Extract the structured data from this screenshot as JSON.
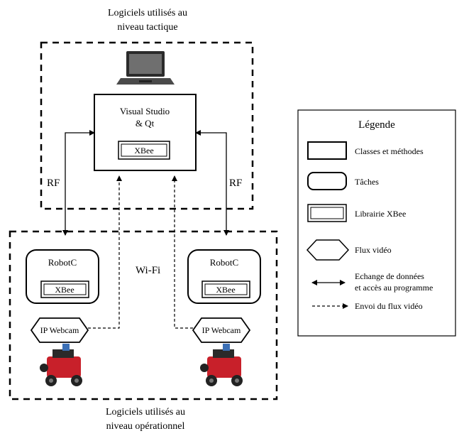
{
  "tactical_label": [
    "Logiciels utilisés au",
    "niveau tactique"
  ],
  "operational_label": [
    "Logiciels utilisés au",
    "niveau opérationnel"
  ],
  "center_box": {
    "line1": "Visual Studio",
    "line2": "& Qt",
    "lib": "XBee"
  },
  "rf_left": "RF",
  "rf_right": "RF",
  "wifi": "Wi-Fi",
  "robot_left": {
    "name": "RobotC",
    "lib": "XBee",
    "cam": "IP Webcam"
  },
  "robot_right": {
    "name": "RobotC",
    "lib": "XBee",
    "cam": "IP Webcam"
  },
  "legend": {
    "title": "Légende",
    "items": [
      {
        "key": "classes",
        "label": "Classes et méthodes"
      },
      {
        "key": "tasks",
        "label": "Tâches"
      },
      {
        "key": "xbee",
        "label": "Librairie XBee"
      },
      {
        "key": "video",
        "label": "Flux vidéo"
      },
      {
        "key": "exchange",
        "label": [
          "Echange de données",
          "et accès au programme"
        ]
      },
      {
        "key": "send",
        "label": "Envoi du flux vidéo"
      }
    ]
  }
}
